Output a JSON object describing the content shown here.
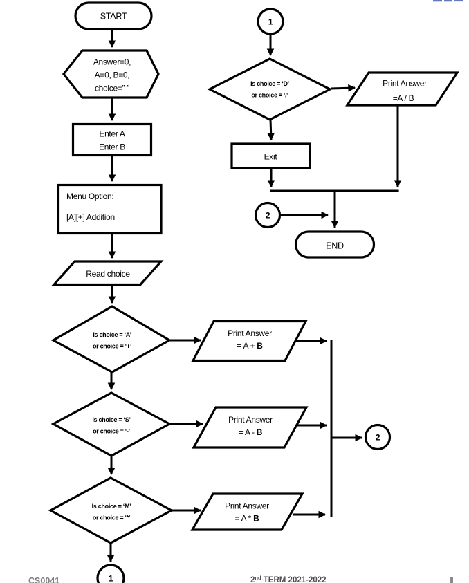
{
  "flowchart": {
    "start": "START",
    "init": {
      "line1": "Answer=0,",
      "line2": "A=0, B=0,",
      "line3": "choice=” ”"
    },
    "input": {
      "line1": "Enter A",
      "line2": "Enter B"
    },
    "menu": {
      "line1": "Menu Option:",
      "line2": "[A][+] Addition"
    },
    "read_choice": "Read choice",
    "decision_add": {
      "line1": "Is choice = ‘A’",
      "line2": "or choice = ‘+’"
    },
    "print_add": {
      "line1": "Print Answer",
      "line2_pre": "= A + ",
      "line2_bold": "B"
    },
    "decision_sub": {
      "line1": "Is choice = ‘S’",
      "line2": "or choice = ‘-’"
    },
    "print_sub": {
      "line1": "Print Answer",
      "line2_pre": "= A - ",
      "line2_bold": "B"
    },
    "decision_mul": {
      "line1": "Is choice = ‘M’",
      "line2": "or choice = ‘*’"
    },
    "print_mul": {
      "line1": "Print Answer",
      "line2_pre": "= A * ",
      "line2_bold": "B"
    },
    "decision_div": {
      "line1": "Is choice = ‘D’",
      "line2": "or choice = ‘/’"
    },
    "print_div": {
      "line1": "Print Answer",
      "line2": "=A / B"
    },
    "exit_label": "Exit",
    "end_label": "END",
    "connector_one": "1",
    "connector_two": "2"
  },
  "footer": {
    "course": "CS0041",
    "term_base": "2",
    "term_sup": "nd",
    "term_rest": " TERM 2021-2022"
  },
  "colors": {
    "stroke": "#000000",
    "footer_gray": "#7f7f7f",
    "artifact_blue": "#4058aa"
  }
}
